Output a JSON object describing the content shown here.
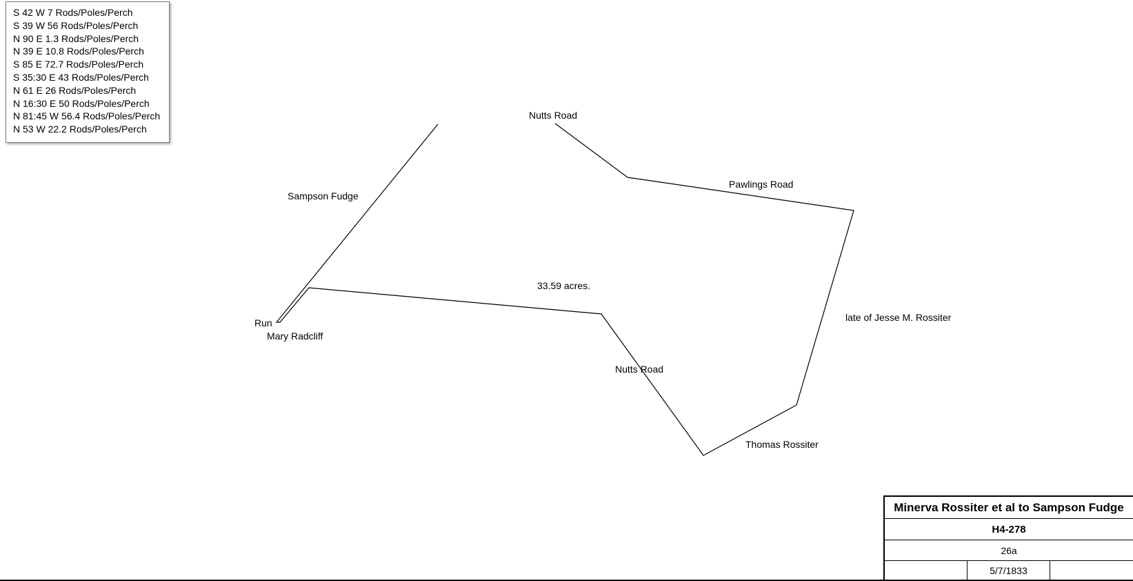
{
  "calls": [
    "S 42 W 7 Rods/Poles/Perch",
    "S 39 W 56 Rods/Poles/Perch",
    "N 90 E 1.3 Rods/Poles/Perch",
    "N 39 E 10.8 Rods/Poles/Perch",
    "S 85 E 72.7 Rods/Poles/Perch",
    "S 35:30 E 43 Rods/Poles/Perch",
    "N 61 E 26 Rods/Poles/Perch",
    "N 16:30 E 50 Rods/Poles/Perch",
    "N 81:45 W 56.4 Rods/Poles/Perch",
    "N 53 W 22.2 Rods/Poles/Perch"
  ],
  "labels": {
    "nutts_road_north": "Nutts Road",
    "pawlings_road": "Pawlings Road",
    "sampson_fudge": "Sampson Fudge",
    "acreage": "33.59 acres.",
    "run": "Run",
    "mary_radcliff": "Mary Radcliff",
    "jesse_rossiter": "late of Jesse M. Rossiter",
    "nutts_road_south": "Nutts Road",
    "thomas_rossiter": "Thomas Rossiter"
  },
  "title_block": {
    "title": "Minerva Rossiter et al to Sampson Fudge",
    "deed_id": "H4-278",
    "page": "26a",
    "date": "5/7/1833",
    "cell_left": "",
    "cell_right": ""
  }
}
